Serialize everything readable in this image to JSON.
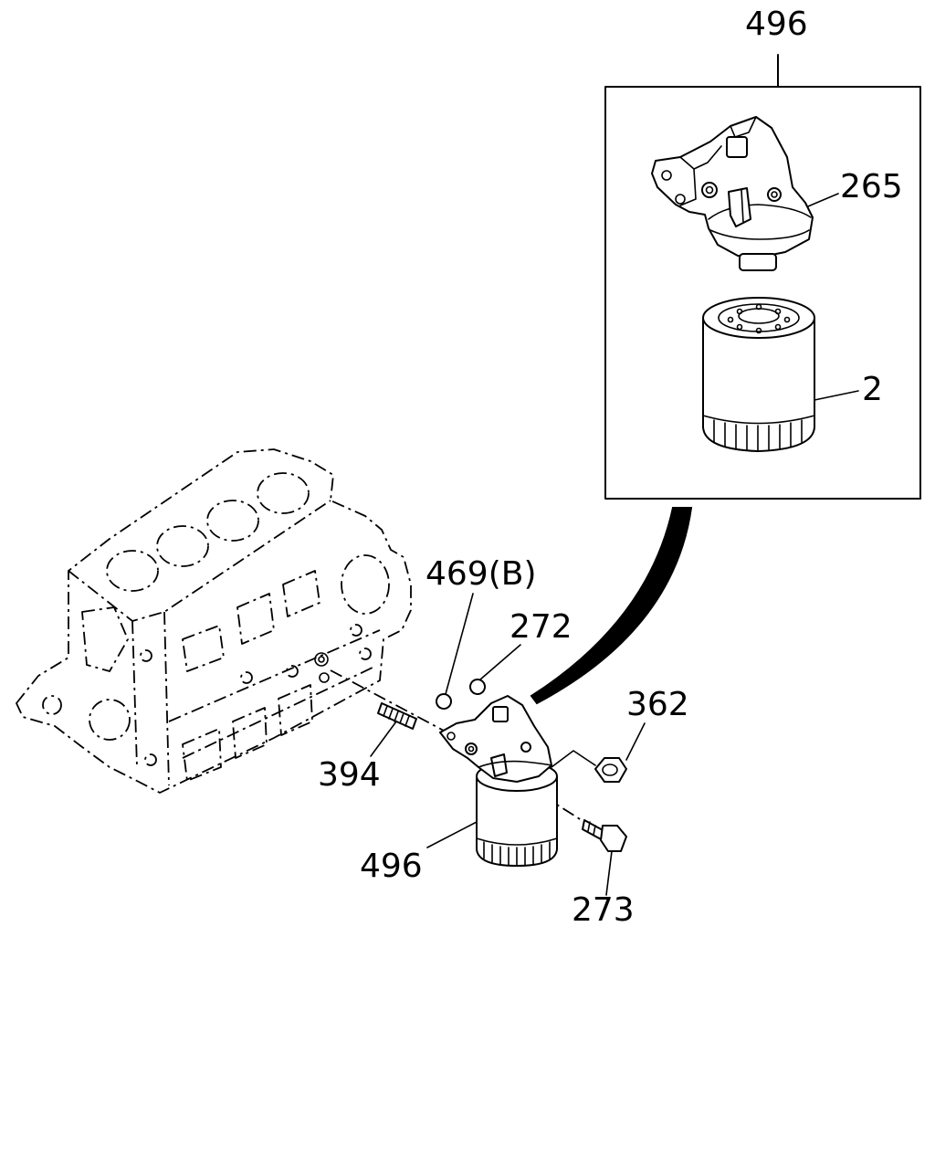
{
  "diagram": {
    "callouts": {
      "assembly_top": "496",
      "head": "265",
      "cartridge": "2",
      "gasket_b": "469(B)",
      "o_ring": "272",
      "nut": "362",
      "stud": "394",
      "assembly_bottom": "496",
      "bolt": "273"
    }
  }
}
